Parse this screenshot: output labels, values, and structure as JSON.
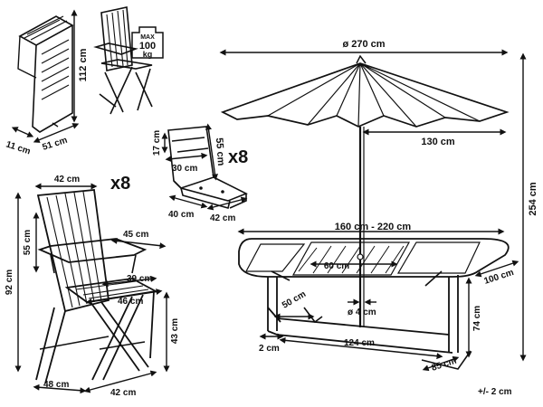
{
  "labels": {
    "folded_height": "112 cm",
    "folded_depth": "11 cm",
    "folded_width": "51 cm",
    "max_load_top": "MAX",
    "max_load_value": "100",
    "max_load_unit": "kg",
    "umbrella_diameter": "ø 270 cm",
    "umbrella_radius": "130 cm",
    "umbrella_height": "254 cm",
    "cushion_depth": "17 cm",
    "cushion_height": "55 cm",
    "cushion_width_top": "30 cm",
    "cushion_width_bottom_left": "40 cm",
    "cushion_width_bottom_right": "42 cm",
    "cushion_qty": "x8",
    "chair_qty": "x8",
    "chair_top_width": "42 cm",
    "chair_height": "92 cm",
    "chair_back_height": "55 cm",
    "chair_arm_depth": "45 cm",
    "chair_seat_depth": "39 cm",
    "chair_seat_width": "46 cm",
    "chair_seat_height": "43 cm",
    "chair_base_depth": "48 cm",
    "chair_base_width": "42 cm",
    "table_length": "160 cm - 220 cm",
    "table_extension": "60 cm",
    "table_depth": "100 cm",
    "table_leg_offset": "50 cm",
    "table_hole": "ø 4 cm",
    "table_height": "74 cm",
    "table_foot": "2 cm",
    "table_base_length": "124 cm",
    "table_base_depth": "85 cm",
    "tolerance": "+/- 2 cm"
  }
}
